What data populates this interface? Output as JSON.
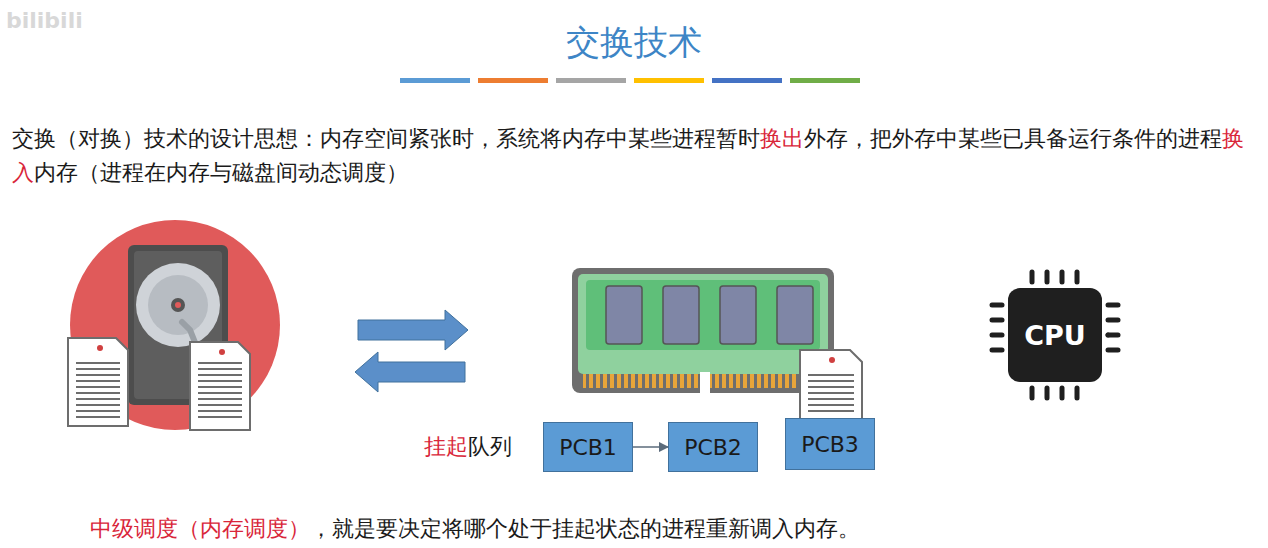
{
  "diagram": {
    "title": "交换技术",
    "nodes": [
      {
        "text": [
          "PCB1"
        ]
      },
      {
        "text": [
          "PCB2"
        ]
      },
      {
        "text": [
          "PCB3"
        ]
      },
      {
        "text": [
          "CPU"
        ]
      }
    ],
    "edges": [
      {
        "from": 0,
        "to": 1,
        "arrow": "to"
      }
    ],
    "labels": [
      "bilibili",
      "交换（对换）技术的设计思想：内存空间紧张时，系统将内存中某些进程暂时",
      "换出",
      "外存，把外存中某些已具备运行条件的进程",
      "换入",
      "内存（进程在内存与磁盘间动态调度）",
      "挂起",
      "队列",
      "中级调度（内存调度）",
      "，就是要决定将哪个处于挂起状态的进程重新调入内存。"
    ]
  }
}
